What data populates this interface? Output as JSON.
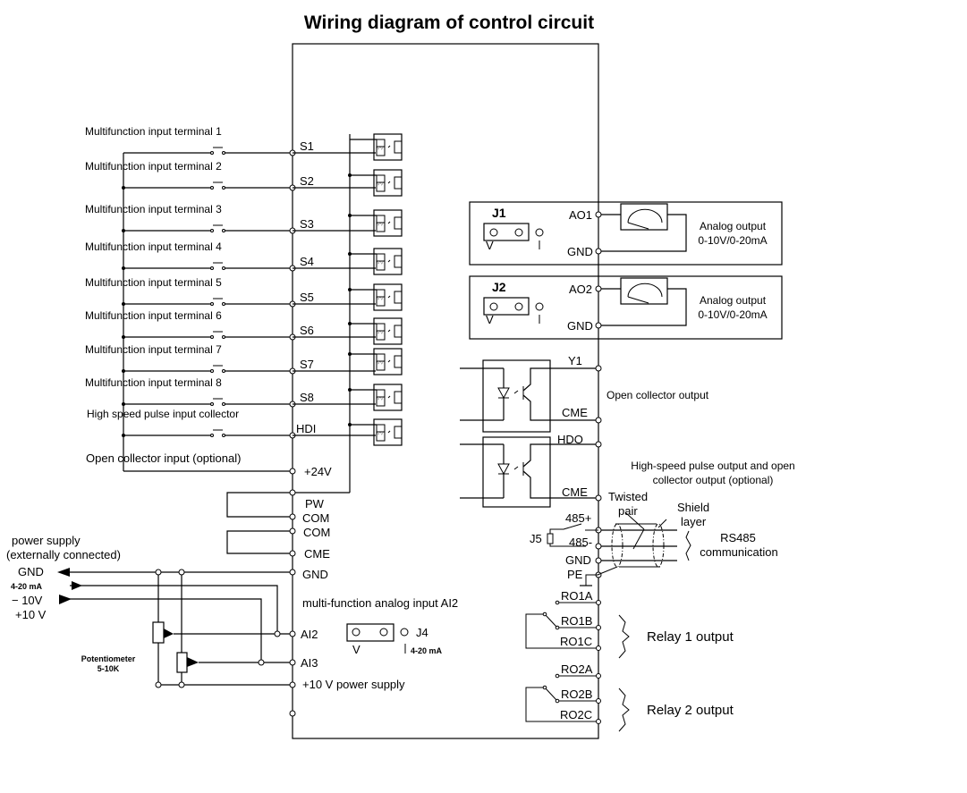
{
  "title": "Wiring diagram of control circuit",
  "digital_inputs": [
    {
      "label": "Multifunction input terminal 1",
      "terminal": "S1"
    },
    {
      "label": "Multifunction input terminal 2",
      "terminal": "S2"
    },
    {
      "label": "Multifunction input terminal 3",
      "terminal": "S3"
    },
    {
      "label": "Multifunction input terminal 4",
      "terminal": "S4"
    },
    {
      "label": "Multifunction input terminal 5",
      "terminal": "S5"
    },
    {
      "label": "Multifunction input terminal 6",
      "terminal": "S6"
    },
    {
      "label": "Multifunction input terminal 7",
      "terminal": "S7"
    },
    {
      "label": "Multifunction input terminal 8",
      "terminal": "S8"
    },
    {
      "label": "High speed pulse input collector",
      "terminal": "HDI"
    }
  ],
  "open_collector_input": {
    "label": "Open collector input (optional)",
    "terminal": "+24V"
  },
  "left_terminals": {
    "pw": "PW",
    "com1": "COM",
    "com2": "COM",
    "cme": "CME",
    "gnd": "GND",
    "ai2": "AI2",
    "ai3": "AI3",
    "plus10": "+10 V power supply"
  },
  "analog_input_label": "multi-function analog input AI2",
  "j4": {
    "name": "J4",
    "v": "V",
    "i": "4-20 mA"
  },
  "power_supply": {
    "title_line1": "power supply",
    "title_line2": "(externally connected)",
    "gnd": "GND",
    "ma": "4-20 mA",
    "neg10": "− 10V",
    "pos10": "+10 V"
  },
  "potentiometer": {
    "line1": "Potentiometer",
    "line2": "5-10K"
  },
  "analog_outputs": [
    {
      "jumper": "J1",
      "v": "V",
      "i": "I",
      "terminal": "AO1",
      "gnd": "GND",
      "desc1": "Analog output",
      "desc2": "0-10V/0-20mA"
    },
    {
      "jumper": "J2",
      "v": "V",
      "i": "I",
      "terminal": "AO2",
      "gnd": "GND",
      "desc1": "Analog output",
      "desc2": "0-10V/0-20mA"
    }
  ],
  "open_collector_output": {
    "y1": "Y1",
    "cme": "CME",
    "desc": "Open collector output"
  },
  "hdo_output": {
    "hdo": "HDO",
    "cme": "CME",
    "desc1": "High-speed pulse output and open",
    "desc2": "collector output (optional)"
  },
  "rs485": {
    "twisted1": "Twisted",
    "twisted2": "pair",
    "shield1": "Shield",
    "shield2": "layer",
    "plus": "485+",
    "minus": "485-",
    "gnd": "GND",
    "pe": "PE",
    "j5": "J5",
    "desc1": "RS485",
    "desc2": "communication"
  },
  "relays": [
    {
      "a": "RO1A",
      "b": "RO1B",
      "c": "RO1C",
      "desc": "Relay 1 output"
    },
    {
      "a": "RO2A",
      "b": "RO2B",
      "c": "RO2C",
      "desc": "Relay 2 output"
    }
  ]
}
